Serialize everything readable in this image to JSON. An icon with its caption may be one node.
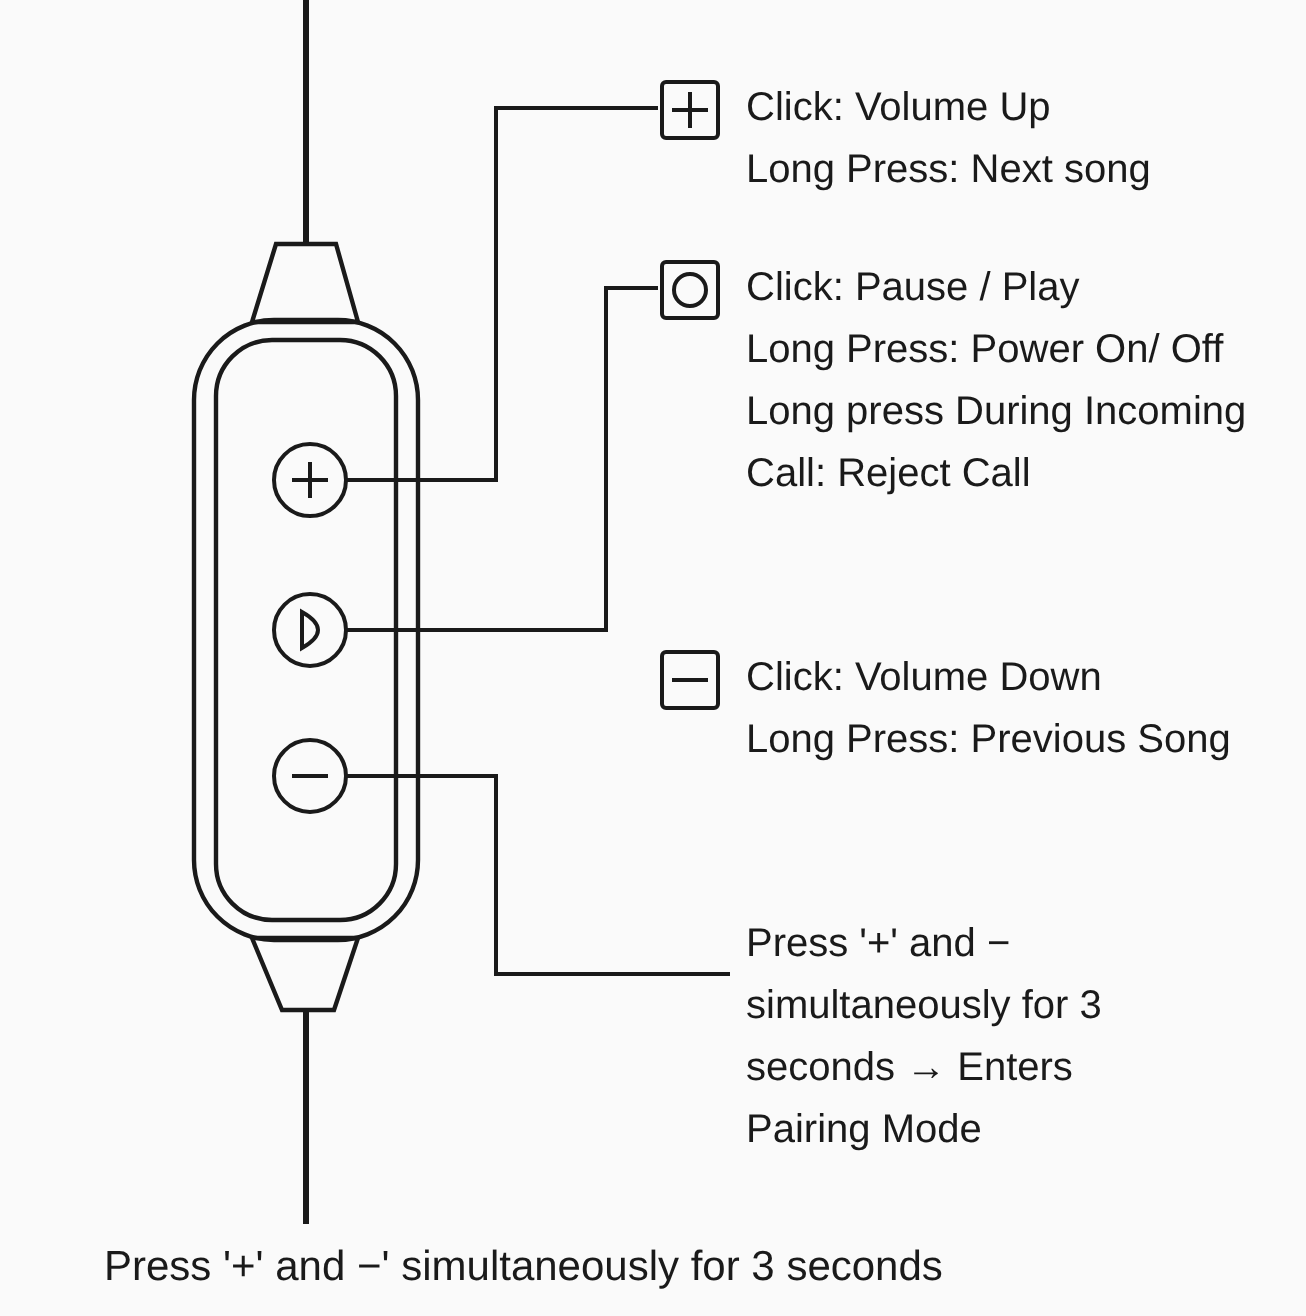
{
  "diagram": {
    "nodes": [
      {
        "text": [],
        "shape": "circle"
      },
      {
        "text": [],
        "shape": "circle"
      },
      {
        "text": [],
        "shape": "circle"
      },
      {
        "text": [
          "Click: Volume Up",
          "Long Press: Next song"
        ]
      },
      {
        "text": [
          "Click: Pause / Play",
          "Long Press: Power On/ Off",
          "Long press During Incoming Call: Reject Call"
        ]
      },
      {
        "text": [
          "Click: Volume Down",
          "Long Press: Previous Song"
        ]
      },
      {
        "text": [
          "Press '+' and − simultaneously for 3 seconds → Enters Pairing Mode"
        ]
      }
    ],
    "edges": [
      {
        "from": 0,
        "to": 3,
        "arrow": "none"
      },
      {
        "from": 1,
        "to": 4,
        "arrow": "none"
      },
      {
        "from": 2,
        "to": 6,
        "arrow": "none"
      }
    ],
    "labels": [
      "Press '+' and −' simultaneously for 3 seconds"
    ]
  }
}
